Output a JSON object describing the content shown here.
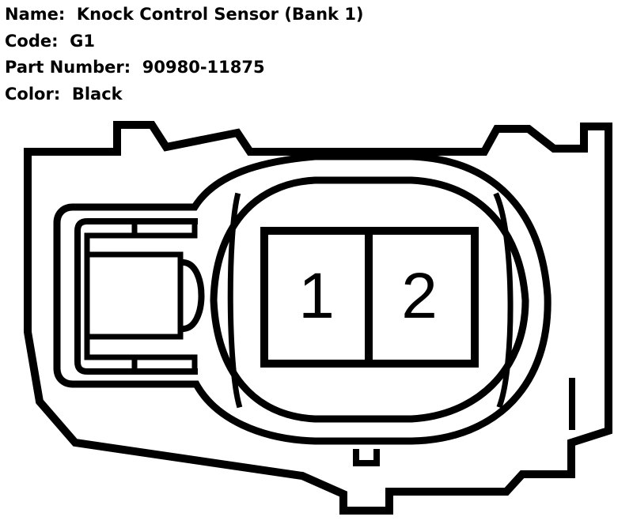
{
  "info": {
    "name_label": "Name:",
    "name_value": "Knock Control Sensor (Bank 1)",
    "code_label": "Code:",
    "code_value": "G1",
    "part_label": "Part Number:",
    "part_value": "90980-11875",
    "color_label": "Color:",
    "color_value": "Black"
  },
  "pins": {
    "pin_1": "1",
    "pin_2": "2"
  },
  "colors": {
    "line": "#000000",
    "background": "#ffffff"
  }
}
